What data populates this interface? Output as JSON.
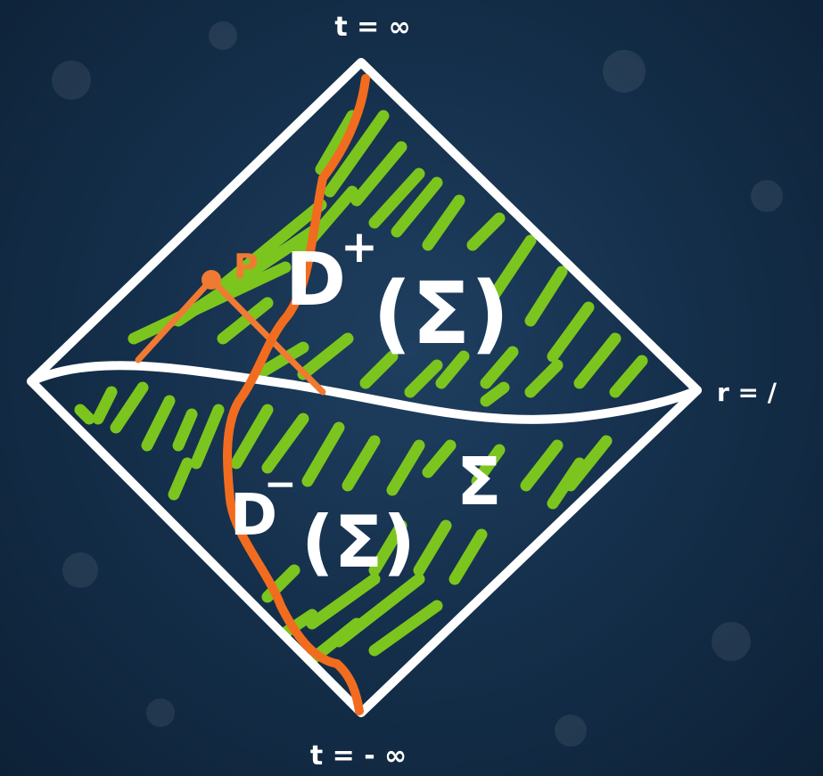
{
  "labels": {
    "top": "t = ∞",
    "bottom": "t = - ∞",
    "right": "r = ∕",
    "point": "P",
    "future_domain_D": "D",
    "future_domain_sup": "+",
    "future_domain_arg": "(Σ)",
    "surface": "Σ",
    "past_domain_D": "D",
    "past_domain_sup": "−",
    "past_domain_arg": "(Σ)"
  },
  "colors": {
    "background": "#15304c",
    "chalk": "#ffffff",
    "hatch": "#7cc51e",
    "worldline": "#f07a32"
  }
}
